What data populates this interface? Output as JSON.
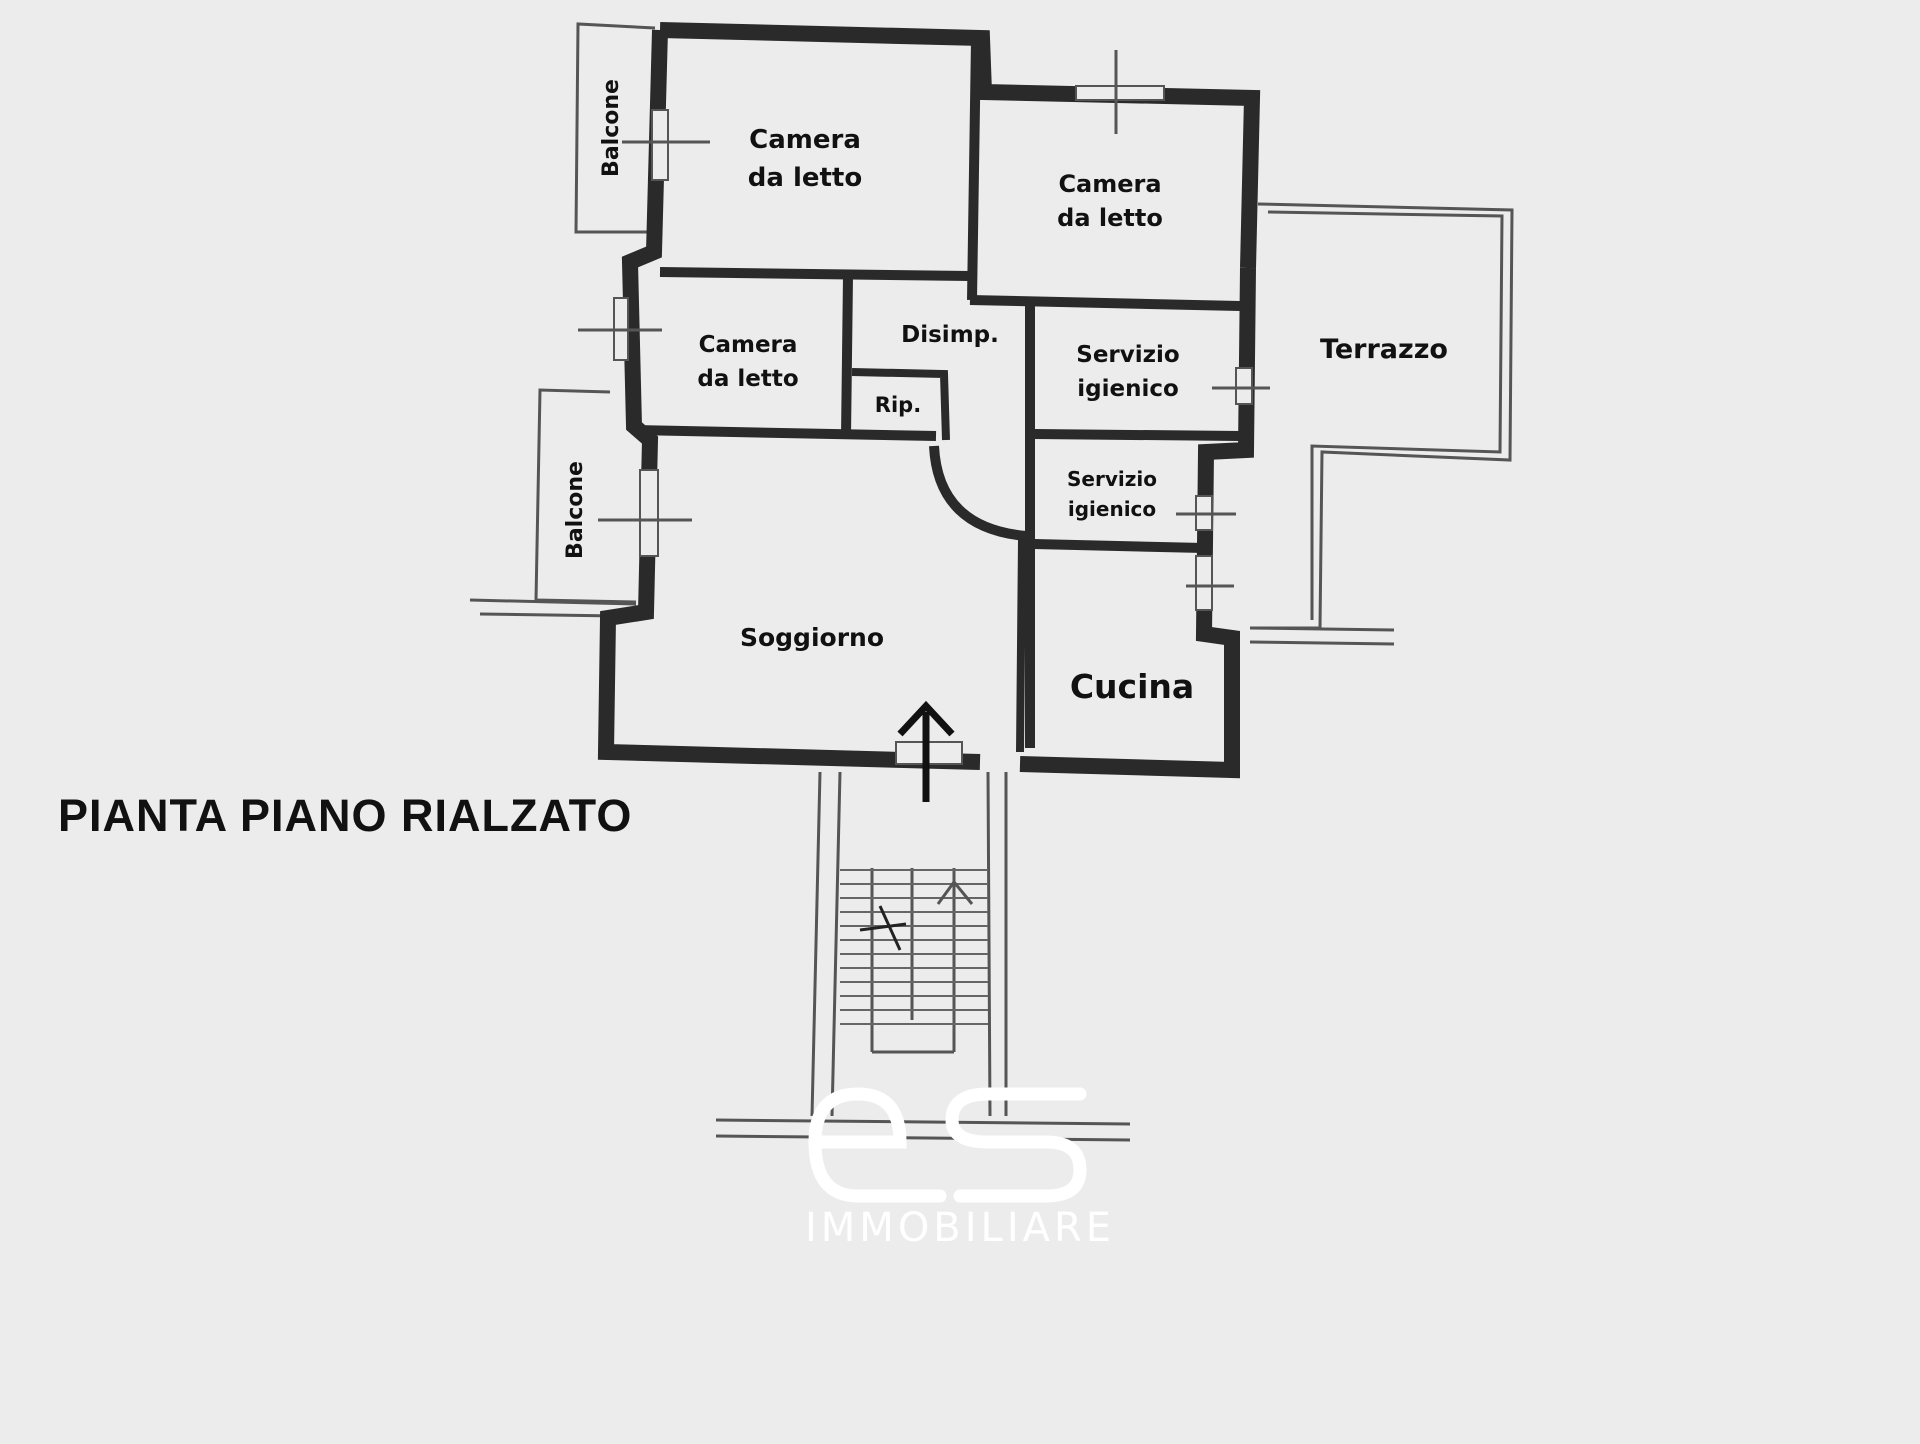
{
  "title": "PIANTA PIANO RIALZATO",
  "rooms": {
    "camera1": [
      "Camera",
      "da letto"
    ],
    "camera2": [
      "Camera",
      "da letto"
    ],
    "camera3": [
      "Camera",
      "da letto"
    ],
    "disimpegno": "Disimp.",
    "ripostiglio": "Rip.",
    "bagno1": [
      "Servizio",
      "igienico"
    ],
    "bagno2": [
      "Servizio",
      "igienico"
    ],
    "terrazzo": "Terrazzo",
    "soggiorno": "Soggiorno",
    "cucina": "Cucina",
    "balcone1": "Balcone",
    "balcone2": "Balcone"
  },
  "logo": {
    "mark": "es",
    "text": "IMMOBILIARE"
  },
  "colors": {
    "background": "#ececec",
    "walls": "#2a2a2a",
    "logo": "#ffffff"
  }
}
